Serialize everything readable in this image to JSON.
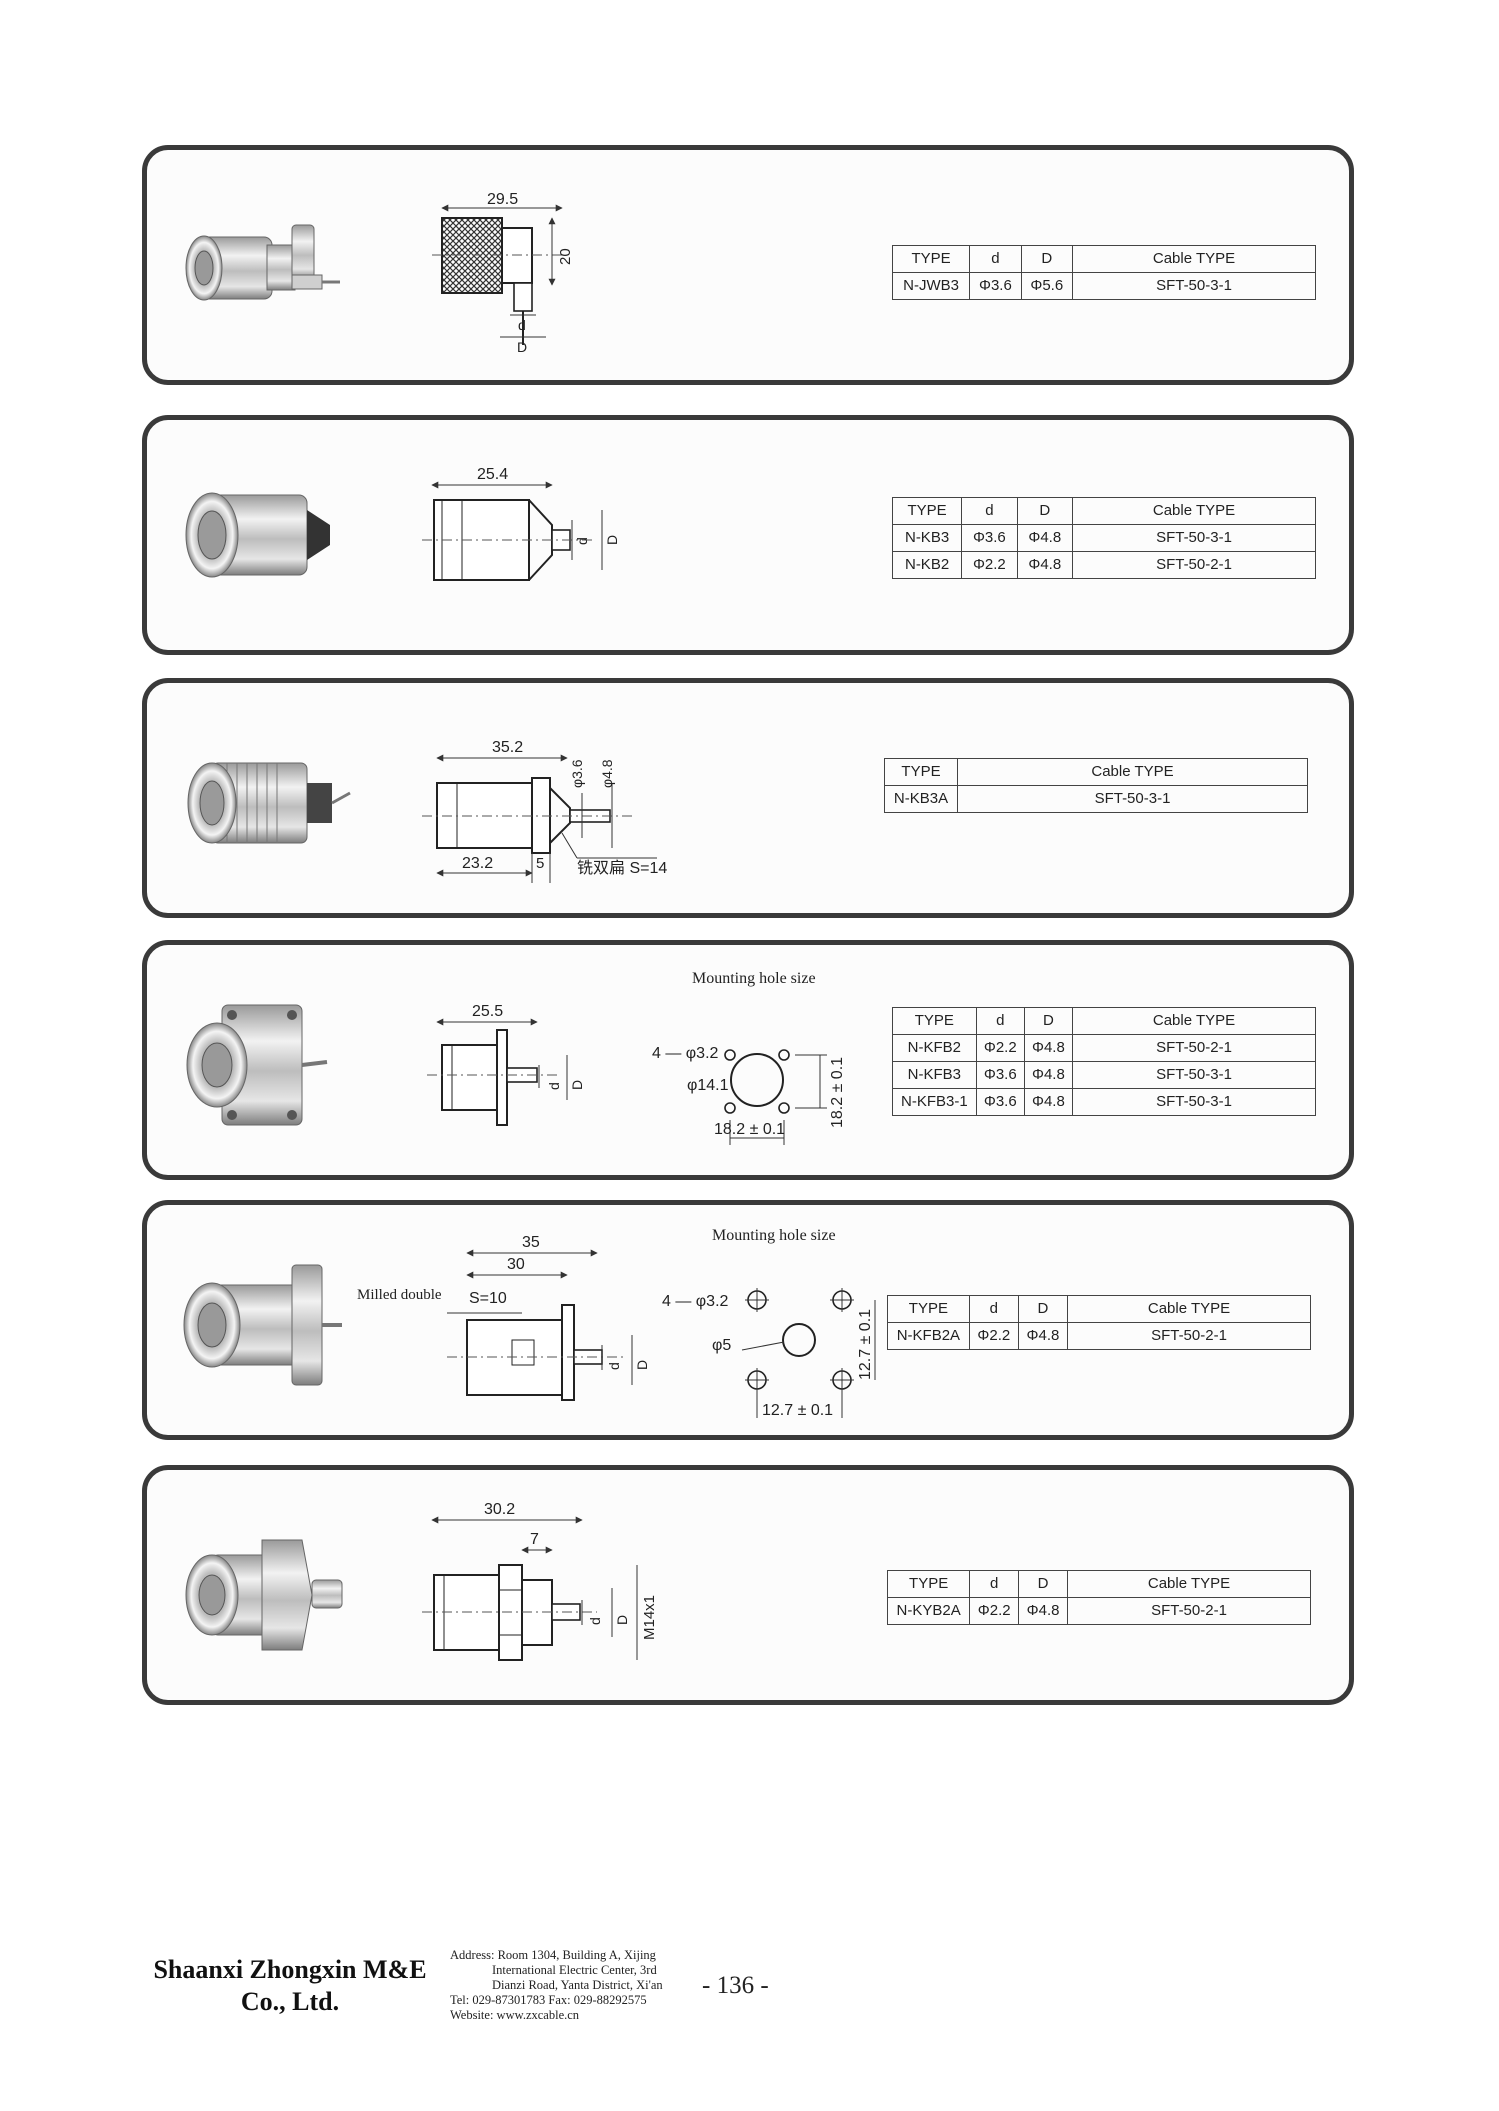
{
  "panels": [
    {
      "id": "n-jwb3",
      "dims": {
        "length": "29.5",
        "height": "20",
        "d": "d",
        "D": "D"
      },
      "table": {
        "headers": [
          "TYPE",
          "d",
          "D",
          "Cable TYPE"
        ],
        "rows": [
          [
            "N-JWB3",
            "Φ3.6",
            "Φ5.6",
            "SFT-50-3-1"
          ]
        ]
      }
    },
    {
      "id": "n-kb3",
      "dims": {
        "length": "25.4",
        "d": "d",
        "D": "D"
      },
      "table": {
        "headers": [
          "TYPE",
          "d",
          "D",
          "Cable TYPE"
        ],
        "rows": [
          [
            "N-KB3",
            "Φ3.6",
            "Φ4.8",
            "SFT-50-3-1"
          ],
          [
            "N-KB2",
            "Φ2.2",
            "Φ4.8",
            "SFT-50-2-1"
          ]
        ]
      }
    },
    {
      "id": "n-kb3a",
      "dims": {
        "length": "35.2",
        "body": "23.2",
        "gap": "5",
        "d": "φ3.6",
        "D": "φ4.8",
        "flat": "铣双扁 S=14"
      },
      "table": {
        "headers": [
          "TYPE",
          "Cable TYPE"
        ],
        "rows": [
          [
            "N-KB3A",
            "SFT-50-3-1"
          ]
        ]
      }
    },
    {
      "id": "n-kfb",
      "caption": "Mounting hole size",
      "dims": {
        "length": "25.5",
        "d": "d",
        "D": "D",
        "holes": "4 — φ3.2",
        "bore": "φ14.1",
        "pitch_x": "18.2 ± 0.1",
        "pitch_y": "18.2 ± 0.1"
      },
      "table": {
        "headers": [
          "TYPE",
          "d",
          "D",
          "Cable TYPE"
        ],
        "rows": [
          [
            "N-KFB2",
            "Φ2.2",
            "Φ4.8",
            "SFT-50-2-1"
          ],
          [
            "N-KFB3",
            "Φ3.6",
            "Φ4.8",
            "SFT-50-3-1"
          ],
          [
            "N-KFB3-1",
            "Φ3.6",
            "Φ4.8",
            "SFT-50-3-1"
          ]
        ]
      }
    },
    {
      "id": "n-kfb2a",
      "caption": "Mounting hole size",
      "dims": {
        "length": "35",
        "body": "30",
        "milled": "Milled double",
        "flat": "S=10",
        "d": "d",
        "D": "D",
        "holes": "4 — φ3.2",
        "bore": "φ5",
        "pitch_x": "12.7 ± 0.1",
        "pitch_y": "12.7 ± 0.1"
      },
      "table": {
        "headers": [
          "TYPE",
          "d",
          "D",
          "Cable TYPE"
        ],
        "rows": [
          [
            "N-KFB2A",
            "Φ2.2",
            "Φ4.8",
            "SFT-50-2-1"
          ]
        ]
      }
    },
    {
      "id": "n-kyb2a",
      "dims": {
        "length": "30.2",
        "thread_len": "7",
        "d": "d",
        "D": "D",
        "thread": "M14x1"
      },
      "table": {
        "headers": [
          "TYPE",
          "d",
          "D",
          "Cable TYPE"
        ],
        "rows": [
          [
            "N-KYB2A",
            "Φ2.2",
            "Φ4.8",
            "SFT-50-2-1"
          ]
        ]
      }
    }
  ],
  "footer": {
    "company_line1": "Shaanxi Zhongxin M&E",
    "company_line2": "Co., Ltd.",
    "address_lines": [
      "Address: Room 1304, Building A, Xijing",
      "International Electric Center, 3rd",
      "Dianzi Road, Yanta District, Xi'an"
    ],
    "phone": "Tel: 029-87301783   Fax: 029-88292575",
    "website": "Website: www.zxcable.cn",
    "page_number": "- 136 -"
  }
}
